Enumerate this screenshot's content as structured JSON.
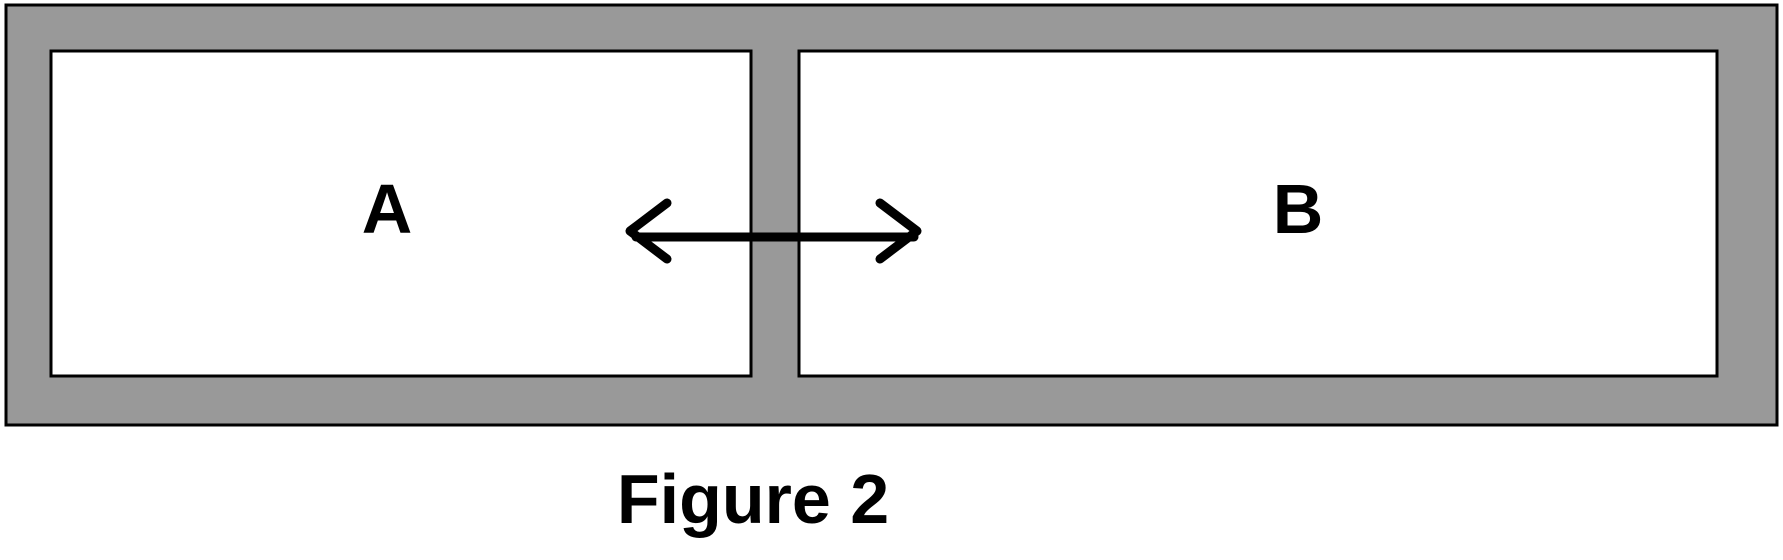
{
  "diagram": {
    "chambers": [
      {
        "label": "A"
      },
      {
        "label": "B"
      }
    ],
    "arrow": {
      "type": "double-headed"
    },
    "caption": "Figure 2",
    "colors": {
      "frame": "#999999",
      "chamber": "#ffffff",
      "stroke": "#000000"
    }
  }
}
